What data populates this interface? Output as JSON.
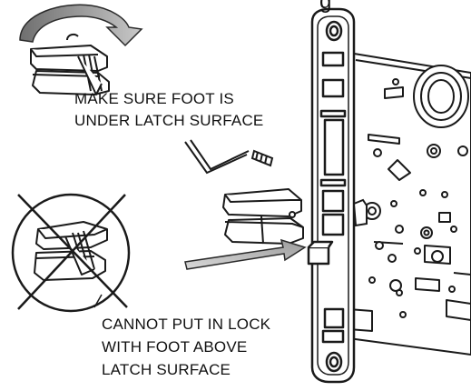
{
  "title_fragment": "g",
  "notes": {
    "correct": [
      "MAKE SURE FOOT IS",
      "UNDER LATCH SURFACE"
    ],
    "incorrect": [
      "CANNOT PUT IN LOCK",
      "WITH FOOT ABOVE",
      "LATCH SURFACE"
    ]
  },
  "colors": {
    "line": "#1a1a1a",
    "rotation_arrow": "#8a8a8a",
    "insertion_arrow": "#b5b5b5"
  },
  "icons": [
    "rotation-arrow-icon",
    "hex-key-icon",
    "set-screw-icon",
    "prohibited-icon",
    "insertion-arrow-icon"
  ]
}
